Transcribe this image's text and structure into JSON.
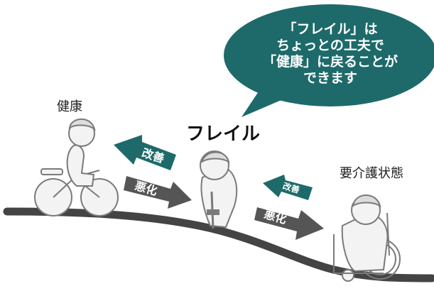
{
  "speech_bubble": {
    "text": "「フレイル」は\nちょっとの工夫で\n「健康」に戻ることが\nできます"
  },
  "labels": {
    "healthy": "健康",
    "frail": "フレイル",
    "care_needed": "要介護状態"
  },
  "arrows": {
    "improve_1": "改善",
    "worsen_1": "悪化",
    "improve_2": "改善",
    "worsen_2": "悪化"
  },
  "colors": {
    "teal": "#1e6a6a",
    "dark_gray": "#555555",
    "figure_fill": "#f3f3f3",
    "outline": "#7a7a7a"
  }
}
